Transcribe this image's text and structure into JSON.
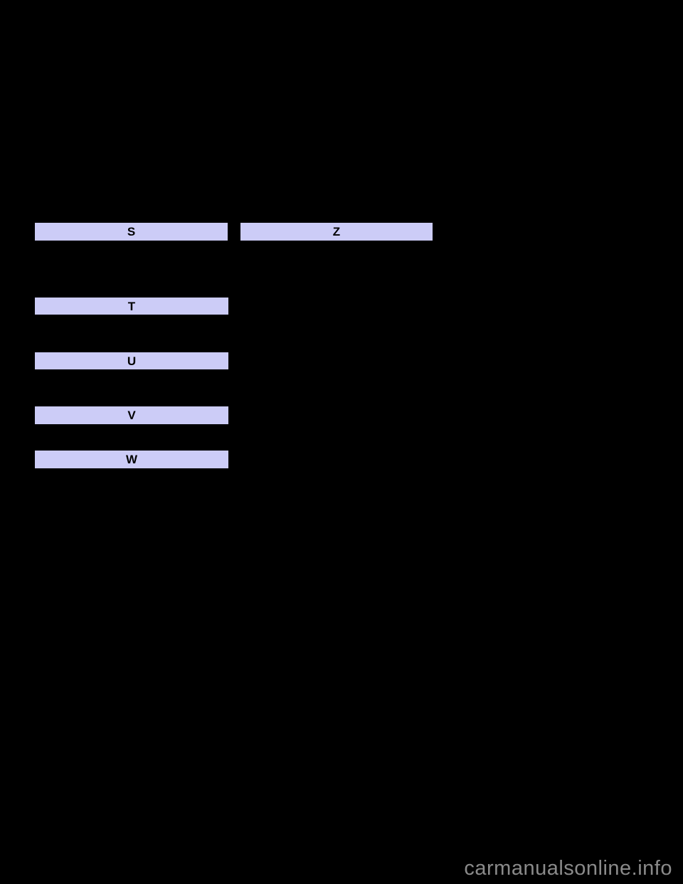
{
  "page": {
    "description": "Car manual alphabetical index page rendered on black background"
  },
  "index": {
    "sections": [
      {
        "letter": "S"
      },
      {
        "letter": "Z"
      },
      {
        "letter": "T"
      },
      {
        "letter": "U"
      },
      {
        "letter": "V"
      },
      {
        "letter": "W"
      }
    ]
  },
  "footer": {
    "watermark": "carmanualsonline.info"
  },
  "colors": {
    "page_background": "#000000",
    "section_bar_background": "#ccccf7",
    "section_letter_color": "#000000",
    "watermark_color": "#8a8a8a"
  }
}
